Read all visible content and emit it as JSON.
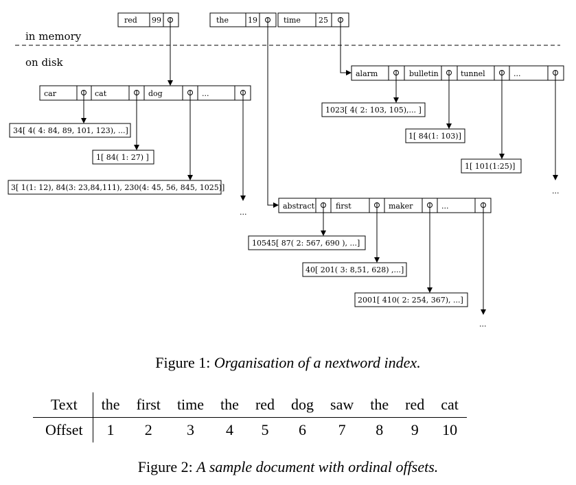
{
  "figure1": {
    "memory_label": "in memory",
    "disk_label": "on disk",
    "vocabulary": [
      {
        "word": "red",
        "count": "99"
      },
      {
        "word": "the",
        "count": "19"
      },
      {
        "word": "time",
        "count": "25"
      }
    ],
    "first_lists": [
      {
        "id": "red",
        "words": [
          "car",
          "cat",
          "dog",
          "..."
        ]
      },
      {
        "id": "time",
        "words": [
          "alarm",
          "bulletin",
          "tunnel",
          "..."
        ]
      },
      {
        "id": "the",
        "words": [
          "abstract",
          "first",
          "maker",
          "..."
        ]
      }
    ],
    "postings": {
      "car": "34[ 4( 4: 84, 89, 101, 123), ...]",
      "cat": "1[ 84( 1: 27) ]",
      "dog": "3[ 1(1: 12), 84(3: 23,84,111), 230(4: 45, 56, 845, 1025)]",
      "alarm": "1023[ 4( 2: 103, 105),... ]",
      "bulletin": "1[ 84(1: 103)]",
      "tunnel": "1[ 101(1:25)]",
      "abstract": "10545[ 87( 2: 567, 690 ), ...]",
      "first": "40[ 201( 3: 8,51, 628) ,...]",
      "maker": "2001[ 410( 2: 254, 367), ...]"
    },
    "continuation": "...",
    "caption_prefix": "Figure 1:",
    "caption_text": "Organisation of a nextword index."
  },
  "figure2": {
    "row_labels": [
      "Text",
      "Offset"
    ],
    "words": [
      "the",
      "first",
      "time",
      "the",
      "red",
      "dog",
      "saw",
      "the",
      "red",
      "cat"
    ],
    "offsets": [
      "1",
      "2",
      "3",
      "4",
      "5",
      "6",
      "7",
      "8",
      "9",
      "10"
    ],
    "caption_prefix": "Figure 2:",
    "caption_text": "A sample document with ordinal offsets."
  }
}
